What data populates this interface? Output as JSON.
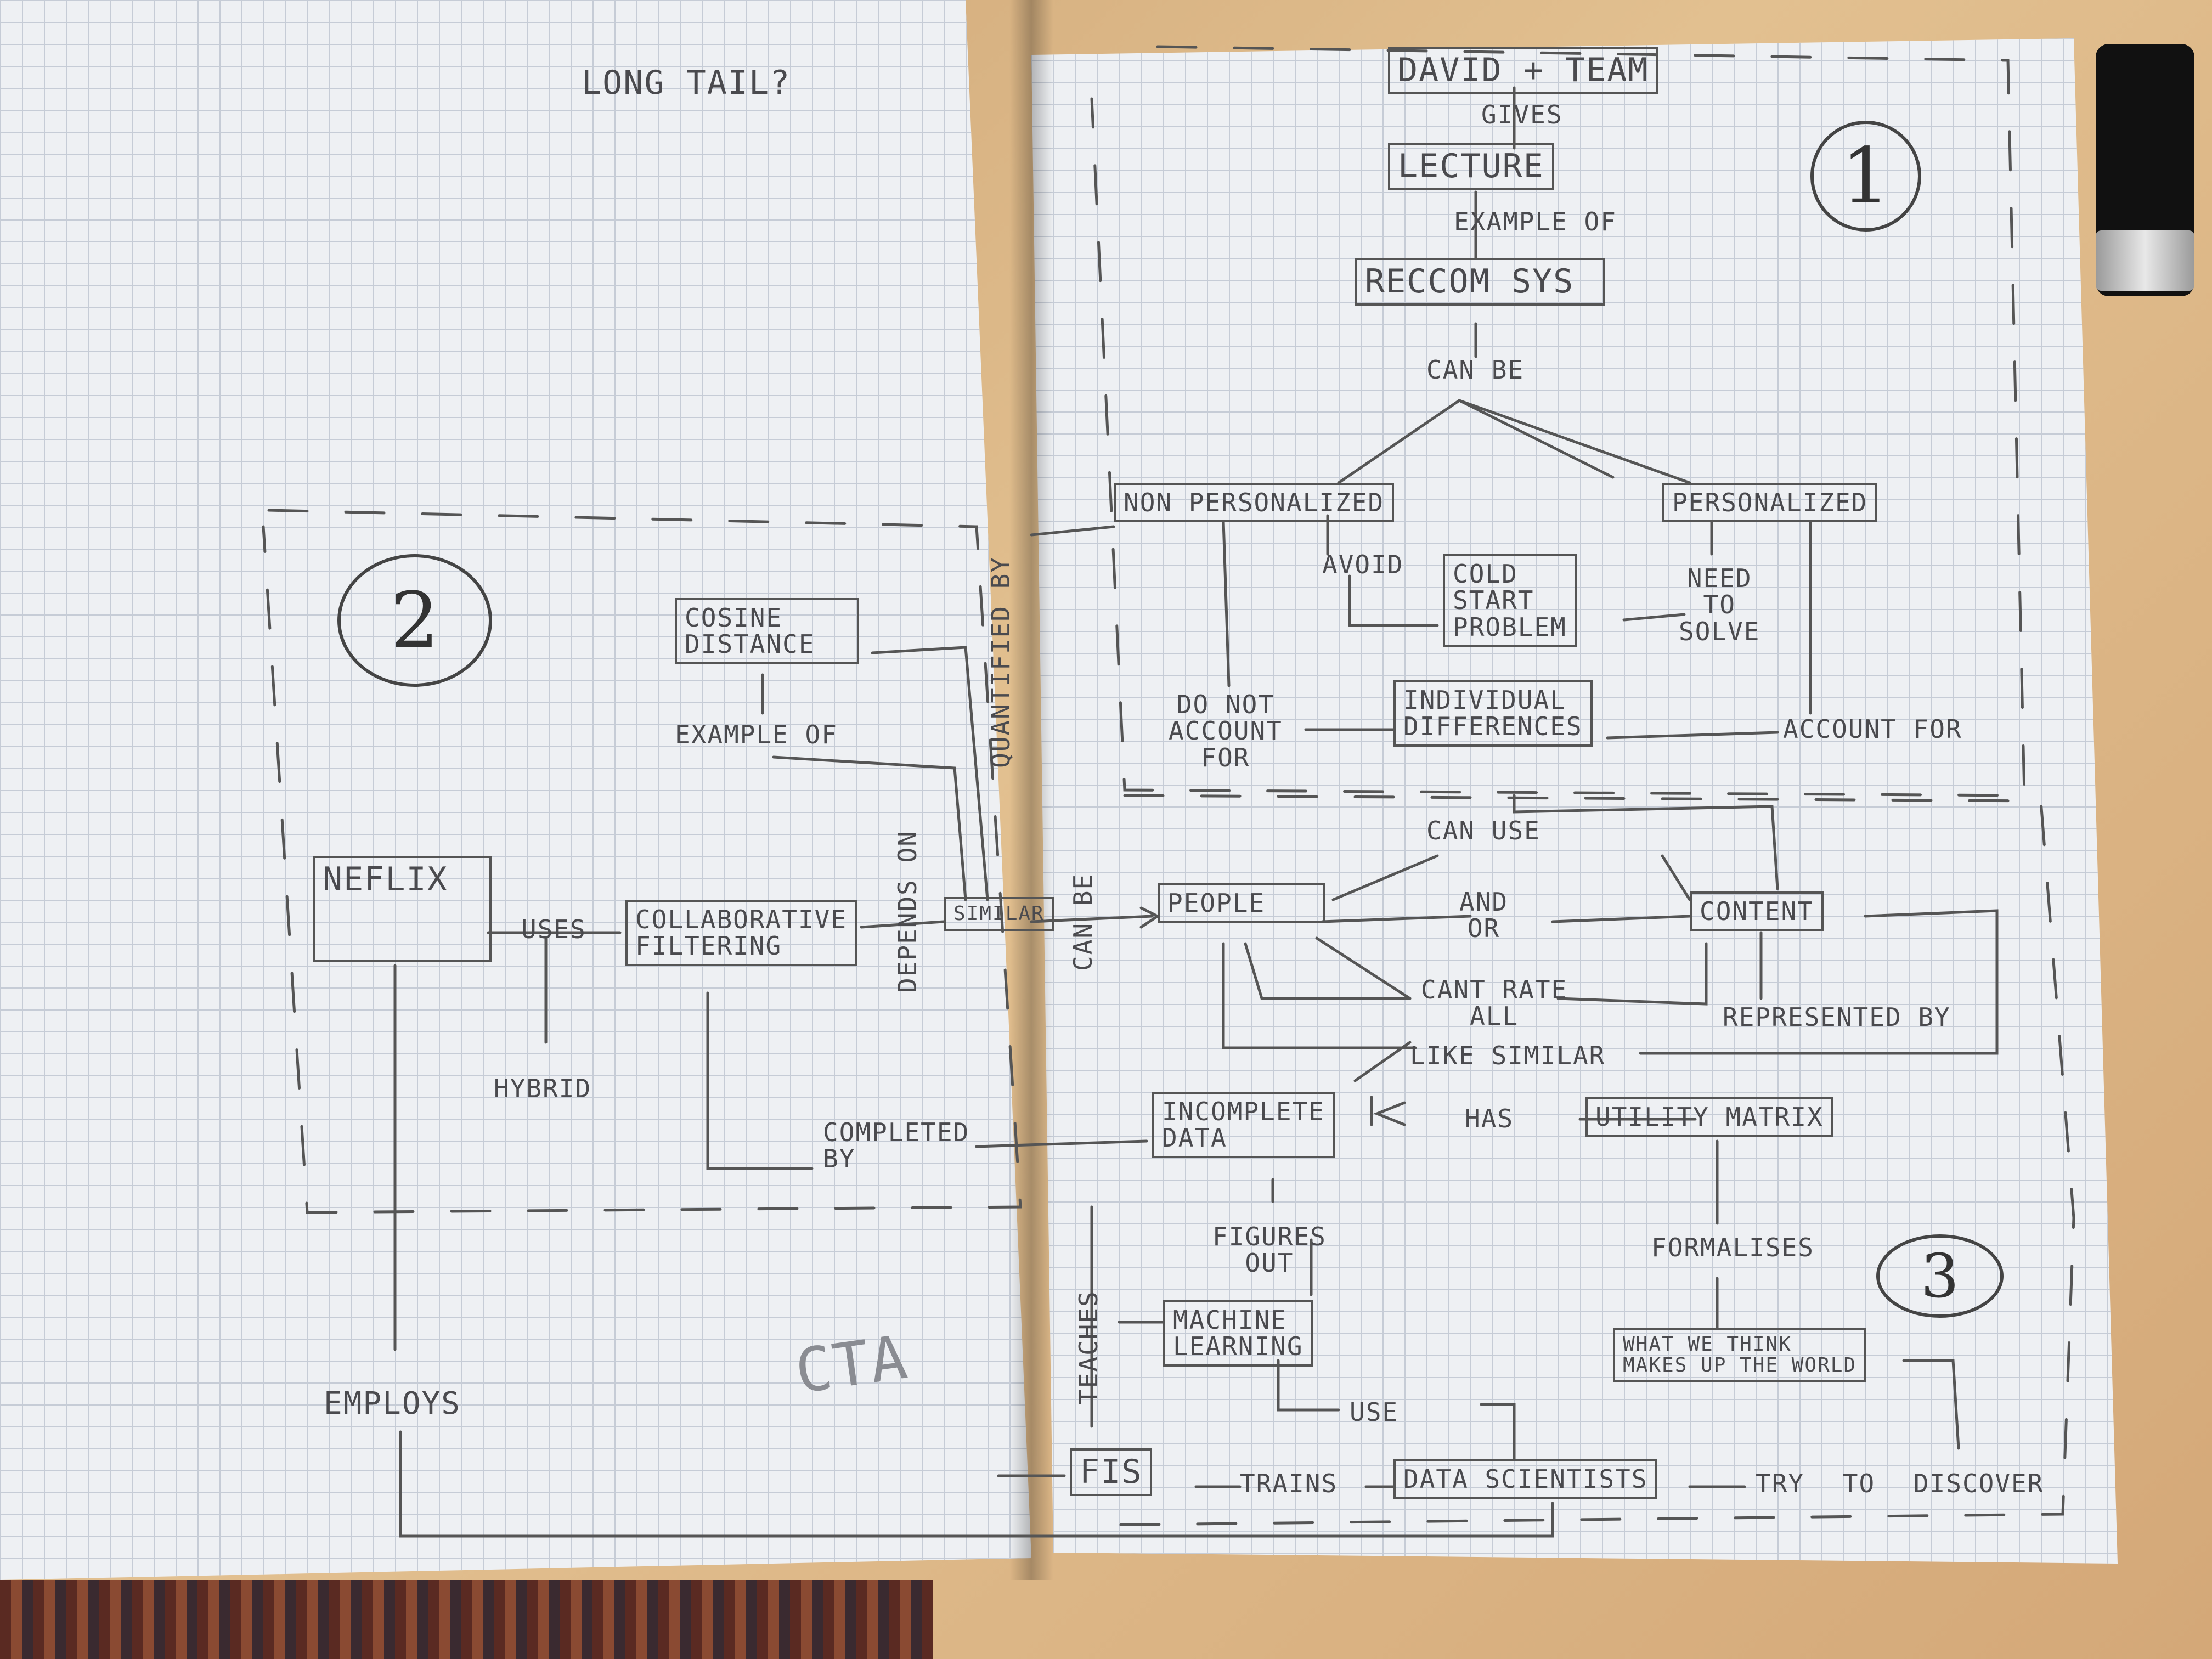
{
  "headings": {
    "long_tail": "LONG TAIL?",
    "cta": "CTA"
  },
  "section_numbers": [
    "1",
    "2",
    "3"
  ],
  "nodes": {
    "david_team": "DAVID + TEAM",
    "lecture": "LECTURE",
    "reccom_sys": "RECCOM SYS",
    "non_personalized": "NON PERSONALIZED",
    "personalized": "PERSONALIZED",
    "cold_start": "COLD\nSTART\nPROBLEM",
    "individual_differences": "INDIVIDUAL\nDIFFERENCES",
    "cosine_distance": "COSINE\nDISTANCE",
    "neflix": "NEFLIX",
    "collaborative_filtering": "COLLABORATIVE\nFILTERING",
    "similar": "SIMILAR",
    "people": "PEOPLE",
    "content": "CONTENT",
    "incomplete_data": "INCOMPLETE\nDATA",
    "utility_matrix": "UTILITY MATRIX",
    "machine_learning": "MACHINE\nLEARNING",
    "what_we_think": "WHAT WE THINK\nMAKES UP THE WORLD",
    "fis": "FIS",
    "data_scientists": "DATA SCIENTISTS"
  },
  "edges": {
    "gives": "GIVES",
    "example_of_1": "EXAMPLE OF",
    "can_be_1": "CAN BE",
    "avoid": "AVOID",
    "need_to_solve": "NEED\nTO\nSOLVE",
    "do_not_account_for": "DO NOT\nACCOUNT\nFOR",
    "account_for": "ACCOUNT FOR",
    "quantified_by": "QUANTIFIED BY",
    "example_of_2": "EXAMPLE OF",
    "depends_on": "DEPENDS ON",
    "can_be_2": "CAN BE",
    "can_use": "CAN USE",
    "and_or": "AND\nOR",
    "cant_rate_all": "CANT RATE\nALL",
    "like_similar": "LIKE SIMILAR",
    "represented_by": "REPRESENTED BY",
    "uses": "USES",
    "hybrid": "HYBRID",
    "completed_by": "COMPLETED\nBY",
    "has": "HAS",
    "figures_out": "FIGURES\nOUT",
    "formalises": "FORMALISES",
    "teaches": "TEACHES",
    "use": "USE",
    "trains": "TRAINS",
    "try_to_discover": "TRY TO DISCOVER",
    "employs": "EMPLOYS"
  },
  "colors": {
    "ink": "#4a4a4e",
    "grid": "#c6ccd6",
    "paper": "#eef0f3"
  }
}
